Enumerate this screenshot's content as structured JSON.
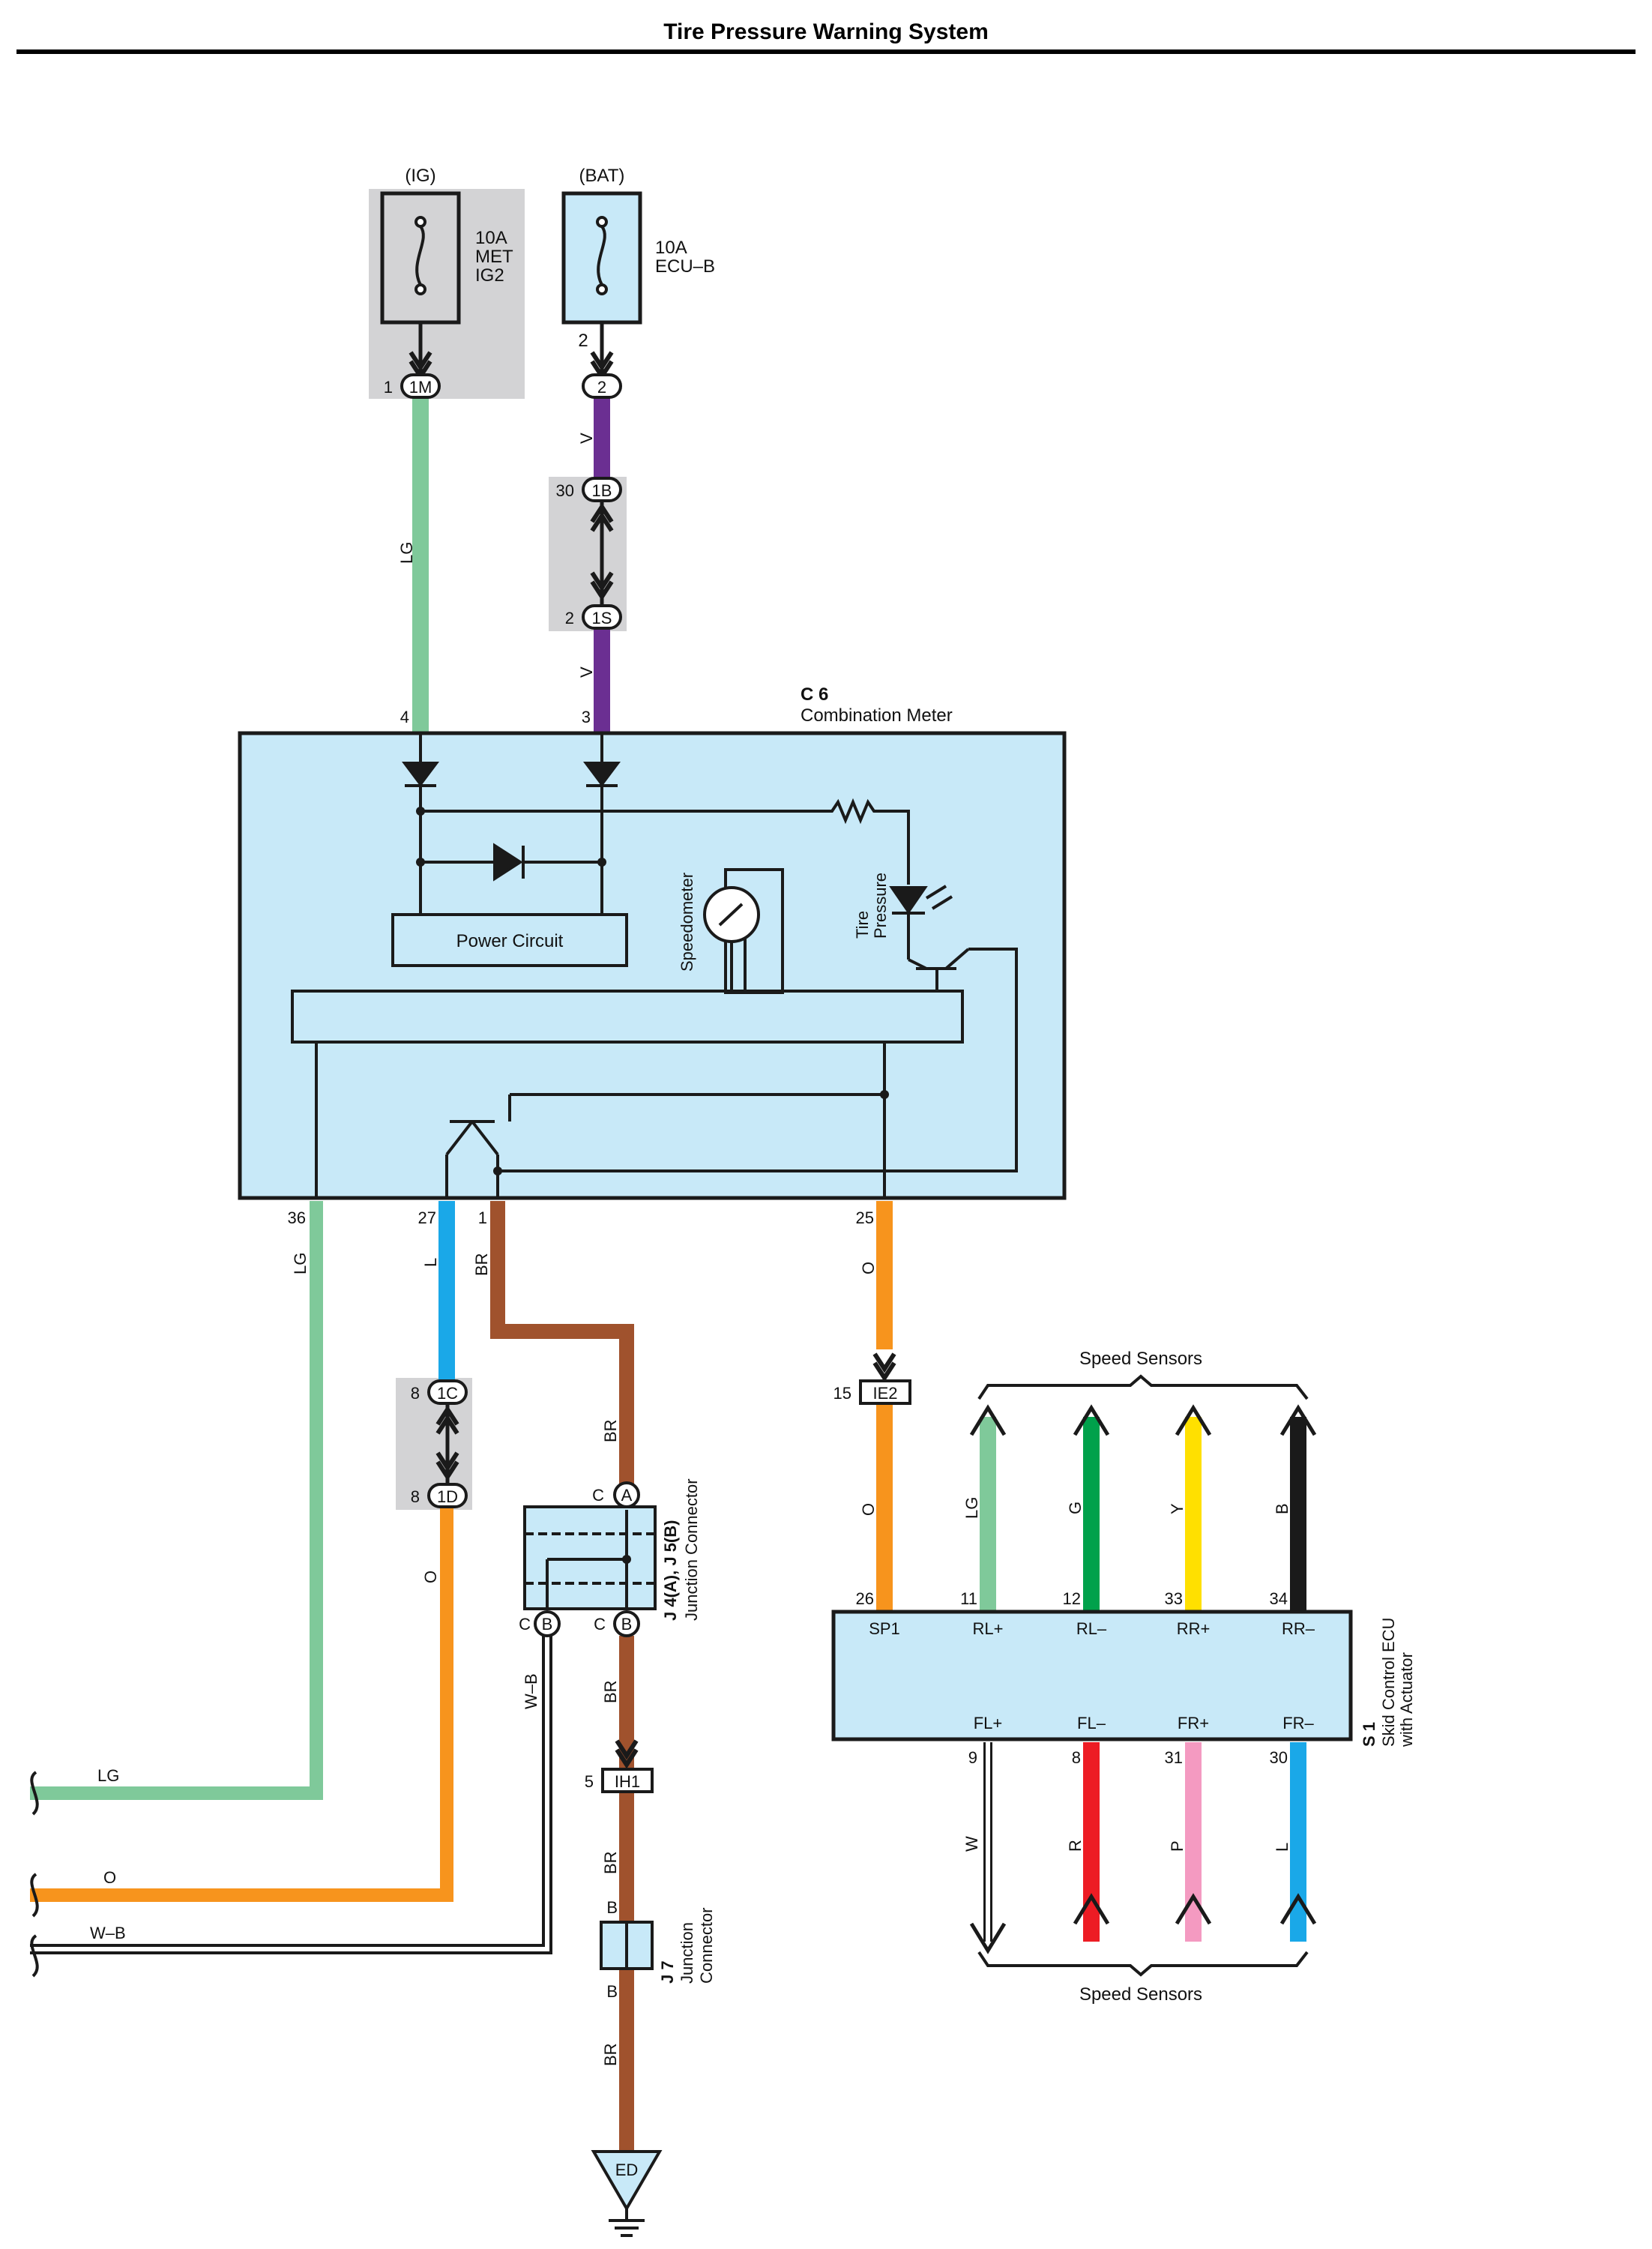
{
  "title": "Tire Pressure Warning System",
  "colors": {
    "LG": "#7fc99a",
    "V": "#6b2f92",
    "L": "#1aa8e8",
    "BR": "#a0522d",
    "O": "#f7941d",
    "G": "#00a14b",
    "Y": "#ffe000",
    "B": "#1a1a1a",
    "R": "#ed1c24",
    "P": "#f49ac1",
    "W": "#ffffff",
    "box": "#c8e9f8",
    "shade": "#d3d3d5"
  },
  "fuses": [
    {
      "source": "(IG)",
      "rating": "10A",
      "name_lines": [
        "MET",
        "IG2"
      ]
    },
    {
      "source": "(BAT)",
      "rating": "10A",
      "name_lines": [
        "ECU–B"
      ]
    }
  ],
  "connectors": {
    "c1M": {
      "pin": "1",
      "label": "1M"
    },
    "c2": {
      "pin_top": "2",
      "label": "2"
    },
    "c1B": {
      "pin": "30",
      "label": "1B"
    },
    "c1S": {
      "pin": "2",
      "label": "1S"
    },
    "c1C": {
      "pin": "8",
      "label": "1C"
    },
    "c1D": {
      "pin": "8",
      "label": "1D"
    },
    "cIE2": {
      "pin": "15",
      "label": "IE2"
    },
    "cIH1": {
      "pin": "5",
      "label": "IH1"
    },
    "cA": {
      "pre": "C",
      "label": "A"
    },
    "cB1": {
      "pre": "C",
      "label": "B"
    },
    "cB2": {
      "pre": "C",
      "label": "B"
    }
  },
  "wires": {
    "lg_top": "LG",
    "v1": "V",
    "v2": "V",
    "lg36": "LG",
    "l27": "L",
    "br1": "BR",
    "o25": "O",
    "o_below": "O",
    "br_j": "BR",
    "wb": "W–B",
    "br_below": "BR",
    "br_ih1": "BR",
    "br_j7": "BR",
    "o_ie2": "O"
  },
  "meter": {
    "code": "C 6",
    "name": "Combination Meter",
    "pins_top": [
      "4",
      "3"
    ],
    "pins_bottom": [
      "36",
      "27",
      "1",
      "25"
    ],
    "power_circuit": "Power Circuit",
    "speedometer": "Speedometer",
    "tire_pressure_lines": [
      "Tire",
      "Pressure"
    ]
  },
  "junction_j4": {
    "code": "J 4(A), J 5(B)",
    "name": "Junction Connector"
  },
  "junction_j7": {
    "code": "J 7",
    "name_lines": [
      "Junction",
      "Connector"
    ],
    "pin_top": "B",
    "pin_bottom": "B"
  },
  "ground": "ED",
  "ecu": {
    "code": "S 1",
    "name_lines": [
      "Skid Control ECU",
      "with Actuator"
    ],
    "top_pins": [
      {
        "num": "26",
        "label": "SP1"
      },
      {
        "num": "11",
        "label": "RL+"
      },
      {
        "num": "12",
        "label": "RL–"
      },
      {
        "num": "33",
        "label": "RR+"
      },
      {
        "num": "34",
        "label": "RR–"
      }
    ],
    "bottom_pins": [
      {
        "num": "9",
        "label": "FL+"
      },
      {
        "num": "8",
        "label": "FL–"
      },
      {
        "num": "31",
        "label": "FR+"
      },
      {
        "num": "30",
        "label": "FR–"
      }
    ]
  },
  "sensor_wires_top": [
    "LG",
    "G",
    "Y",
    "B"
  ],
  "sensor_wires_bottom": [
    "W",
    "R",
    "P",
    "L"
  ],
  "speed_sensors_top": "Speed Sensors",
  "speed_sensors_bottom": "Speed Sensors",
  "left_exits": [
    "LG",
    "O",
    "W–B"
  ]
}
